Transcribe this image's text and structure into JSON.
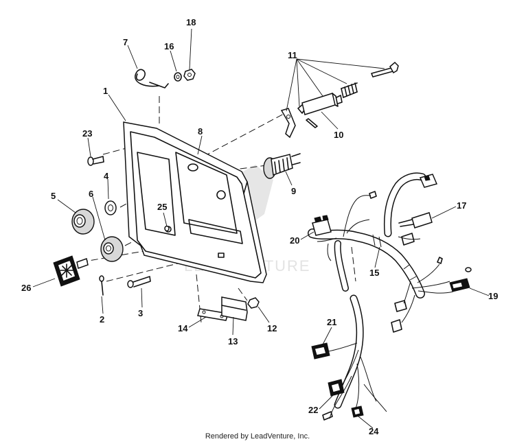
{
  "callouts": {
    "c1": "1",
    "c2": "2",
    "c3": "3",
    "c4": "4",
    "c5": "5",
    "c6": "6",
    "c7": "7",
    "c8": "8",
    "c9": "9",
    "c10": "10",
    "c11": "11",
    "c12": "12",
    "c13": "13",
    "c14": "14",
    "c15": "15",
    "c16": "16",
    "c17": "17",
    "c18": "18",
    "c19": "19",
    "c20": "20",
    "c21": "21",
    "c22": "22",
    "c23": "23",
    "c24": "24",
    "c25": "25",
    "c26": "26"
  },
  "watermark": "LEADVENTURE",
  "footer": "Rendered by LeadVenture, Inc."
}
